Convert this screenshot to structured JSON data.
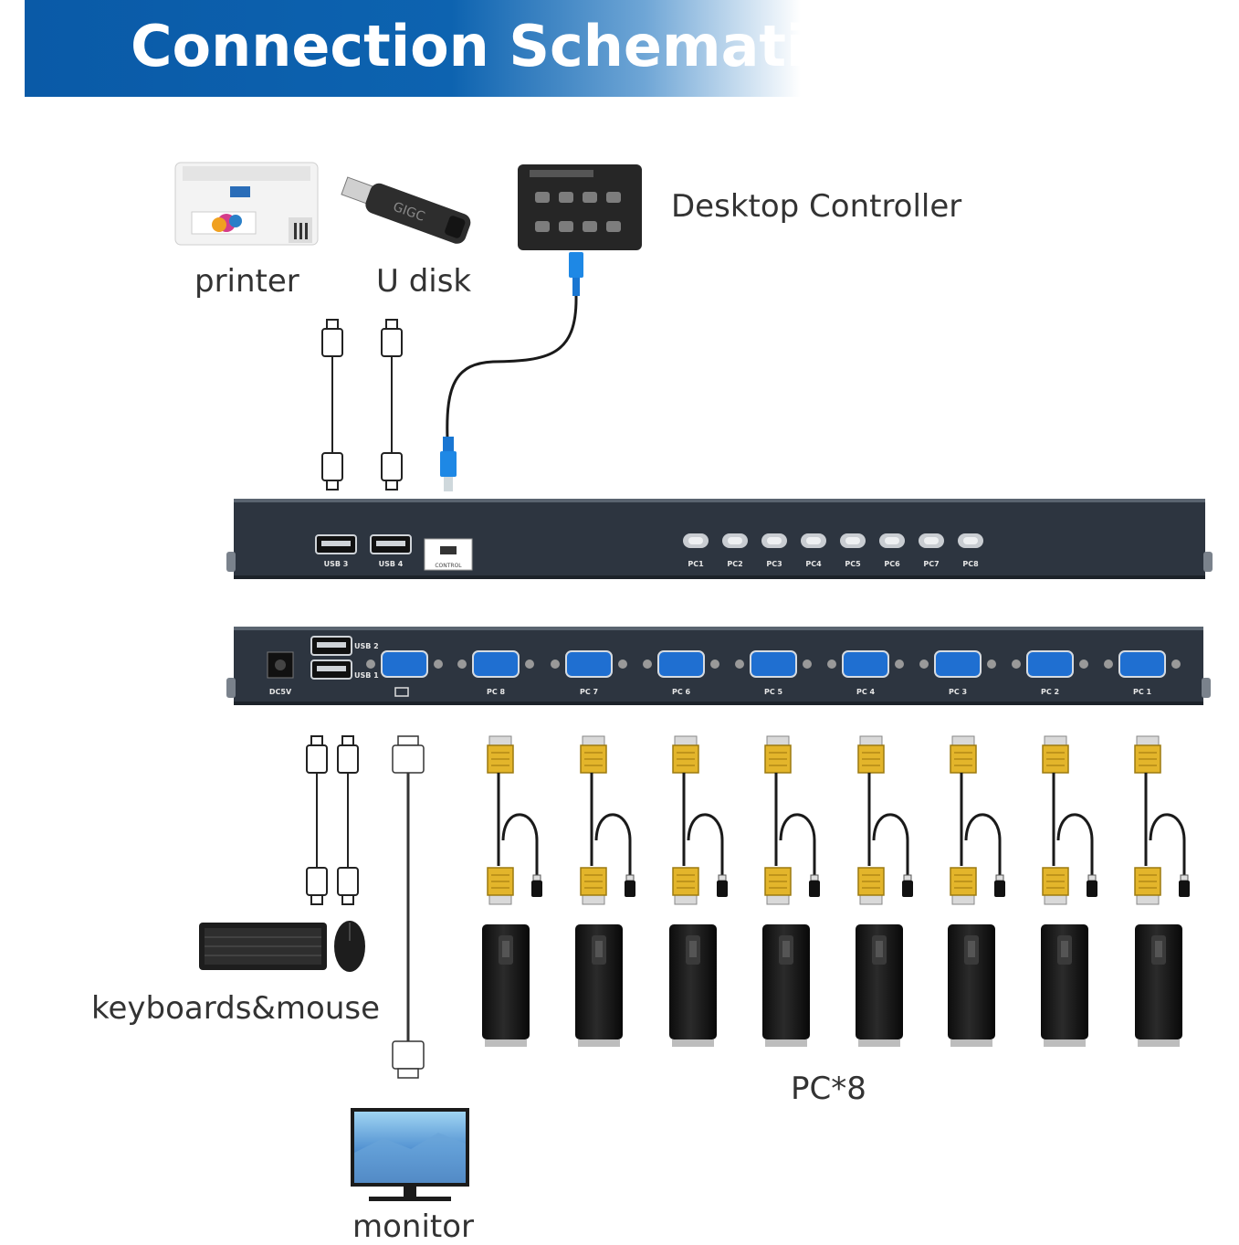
{
  "title": "Connection Schematic",
  "labels": {
    "printer": "printer",
    "u_disk": "U disk",
    "desktop_controller": "Desktop Controller",
    "keyboards_mouse": "keyboards&mouse",
    "monitor": "monitor",
    "pcs": "PC*8"
  },
  "front_panel": {
    "usb_ports": [
      "USB 3",
      "USB 4"
    ],
    "control_port": "CONTROL",
    "buttons": [
      "PC1",
      "PC2",
      "PC3",
      "PC4",
      "PC5",
      "PC6",
      "PC7",
      "PC8"
    ]
  },
  "rear_panel": {
    "power": "DC5V",
    "usb_ports": [
      "USB 2",
      "USB 1"
    ],
    "vga_ports": [
      "PC 8",
      "PC 7",
      "PC 6",
      "PC 5",
      "PC 4",
      "PC 3",
      "PC 2",
      "PC 1"
    ]
  },
  "colors": {
    "banner": "#0a5aa7",
    "device_body": "#2d3540",
    "vga_port": "#1f6fd1",
    "vga_plug": "#e3b52b",
    "usb_cable_blue": "#1e88e5"
  }
}
